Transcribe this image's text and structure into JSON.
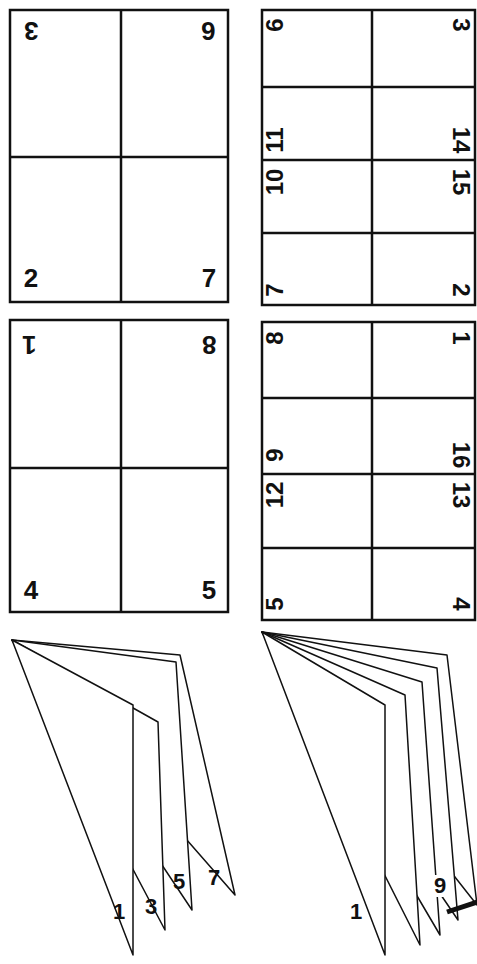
{
  "diagram": {
    "labels": [
      "3",
      "6",
      "2",
      "7",
      "1",
      "8",
      "4",
      "5",
      "6",
      "3",
      "11",
      "14",
      "10",
      "15",
      "7",
      "2",
      "8",
      "1",
      "9",
      "16",
      "12",
      "13",
      "5",
      "4",
      "1",
      "3",
      "5",
      "7",
      "1",
      "9"
    ]
  }
}
